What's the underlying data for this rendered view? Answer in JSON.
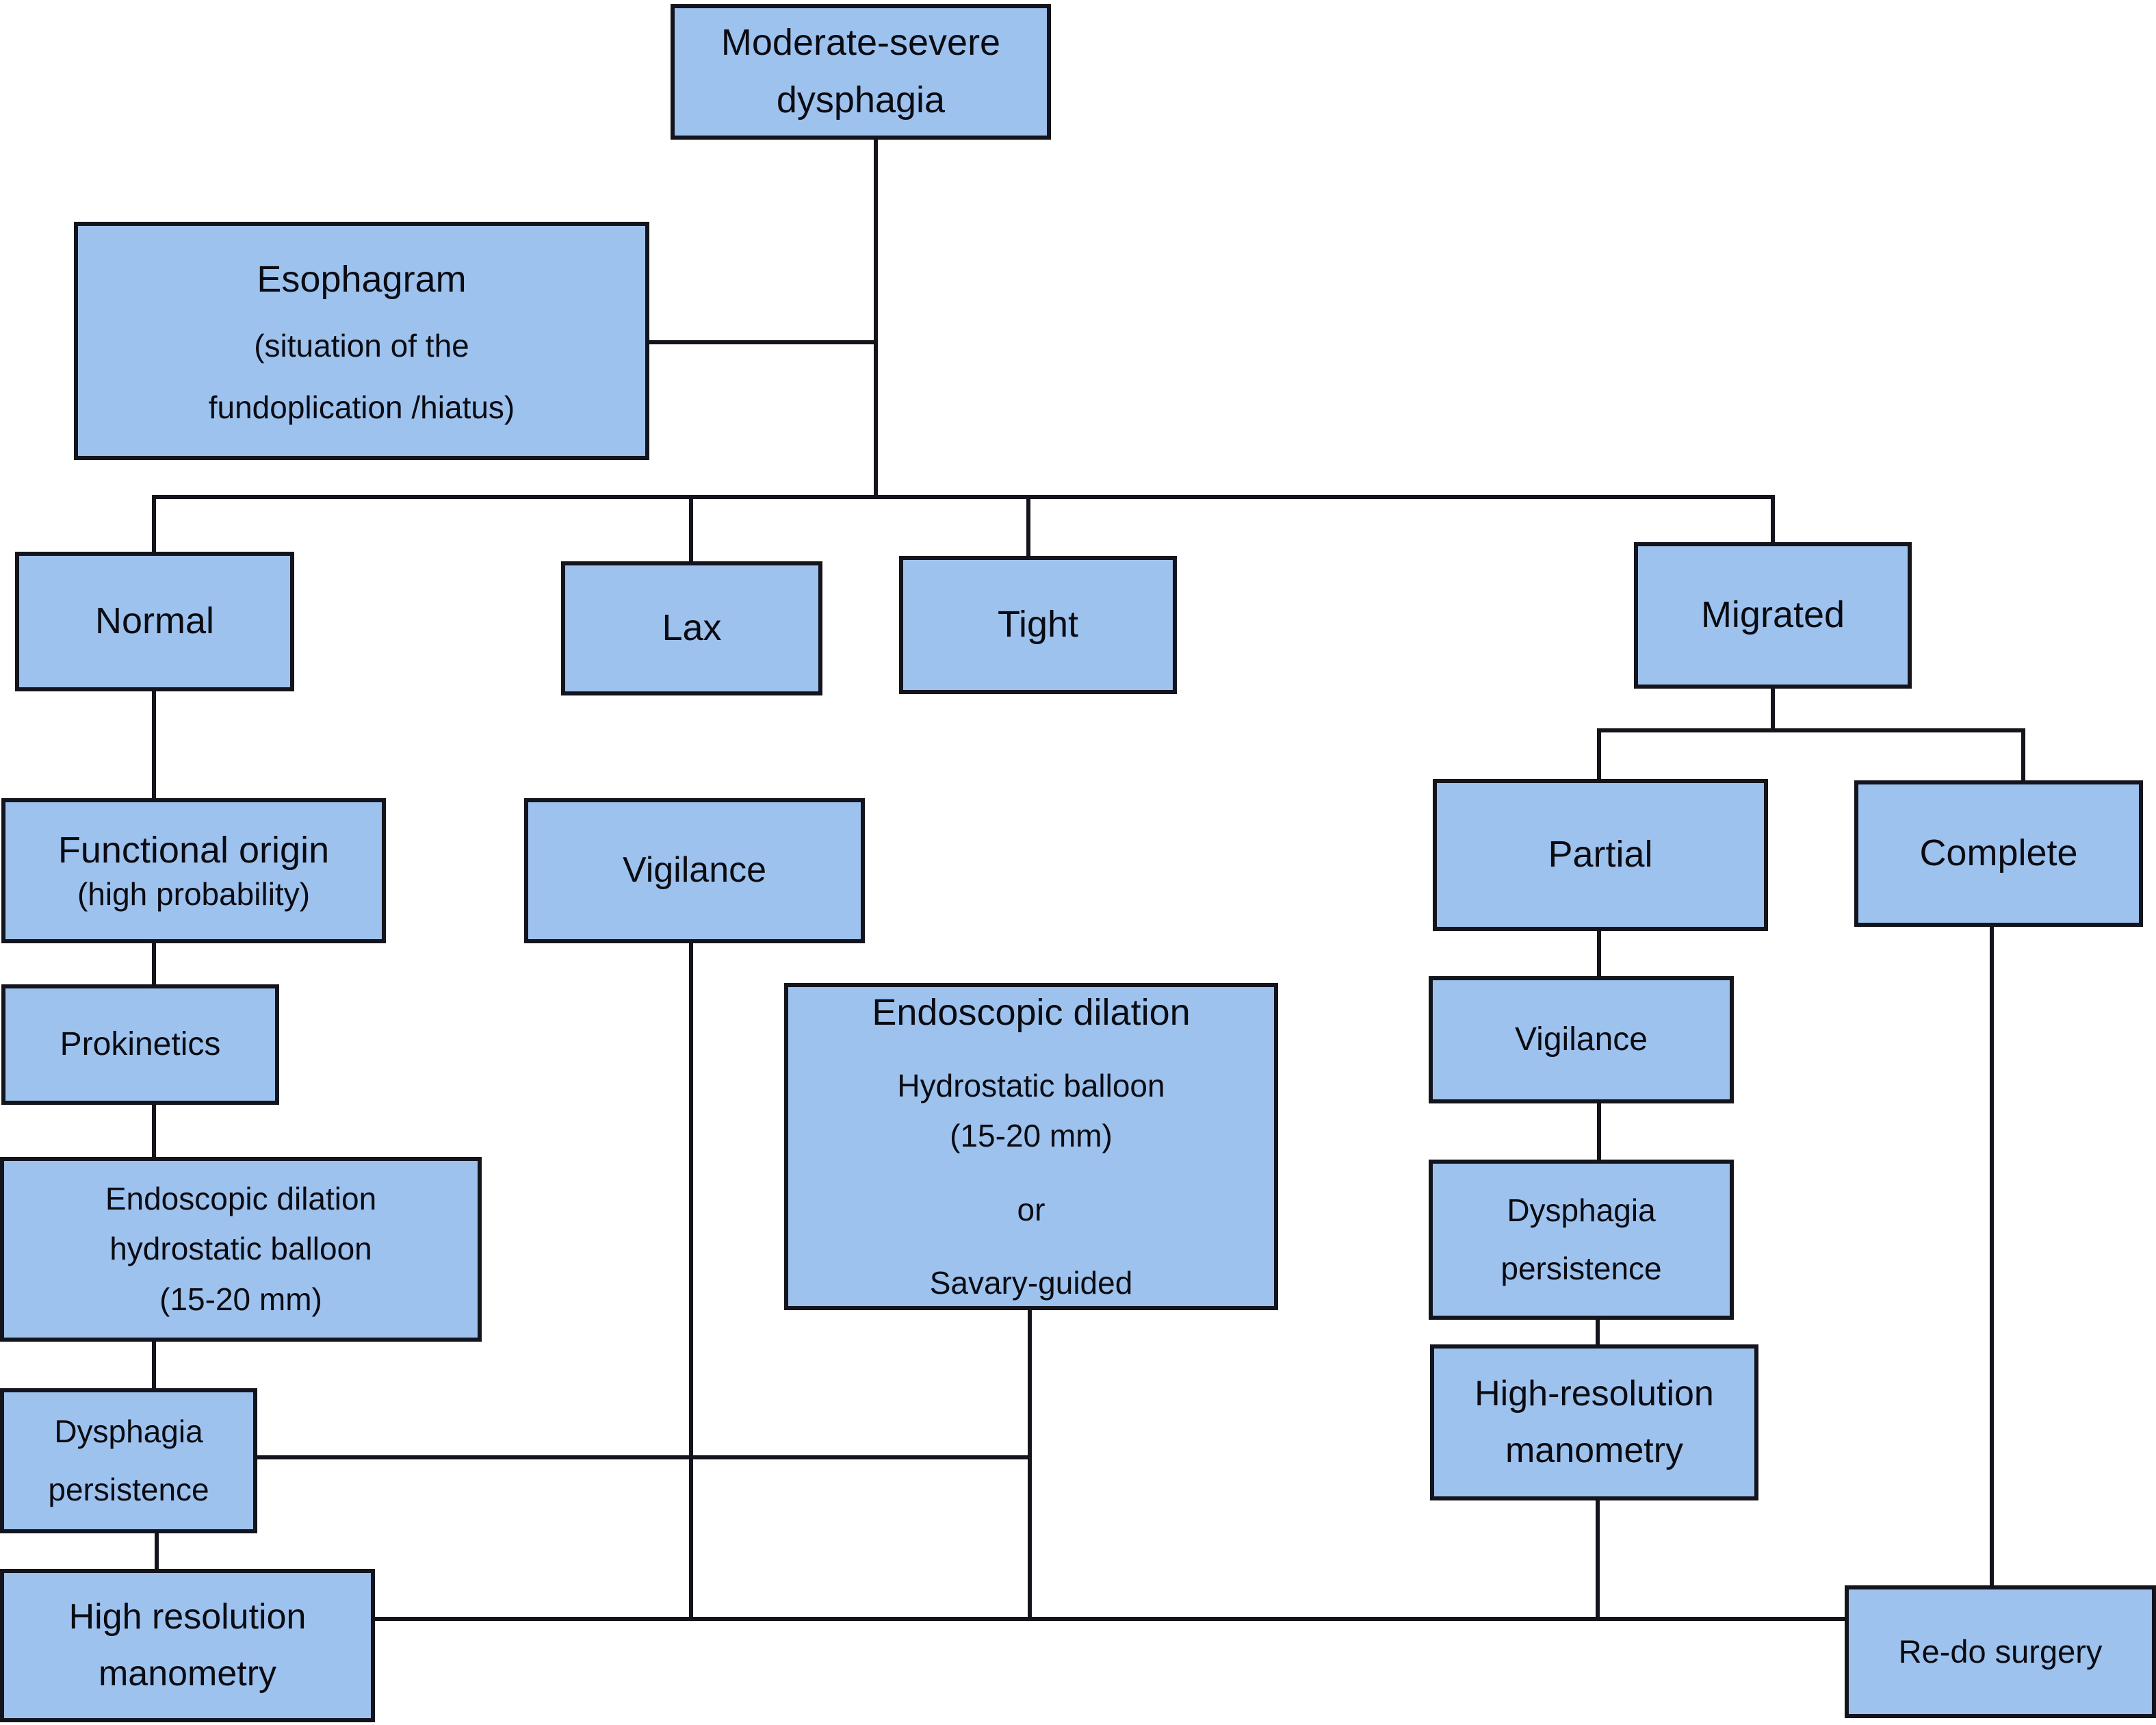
{
  "colors": {
    "background": "#ffffff",
    "box_fill": "#9dc2ee",
    "box_border": "#14141c",
    "connector_line": "#14141c",
    "text": "#0b0b12"
  },
  "nodes": {
    "moderate": [
      "Moderate-severe",
      "dysphagia"
    ],
    "esophagram": [
      "Esophagram",
      "(situation of the",
      "fundoplication /hiatus)"
    ],
    "normal": [
      "Normal"
    ],
    "lax": [
      "Lax"
    ],
    "tight": [
      "Tight"
    ],
    "migrated": [
      "Migrated"
    ],
    "functional_origin": [
      "Functional origin",
      "(high probability)"
    ],
    "prokinetics": [
      "Prokinetics"
    ],
    "endoscopic_dilation_left": [
      "Endoscopic dilation",
      "hydrostatic balloon",
      "(15-20 mm)"
    ],
    "dysphagia_persistence_left": [
      "Dysphagia",
      "persistence"
    ],
    "high_resolution_manometry_left": [
      "High resolution",
      "manometry"
    ],
    "vigilance_lax": [
      "Vigilance"
    ],
    "endoscopic_dilation_tight": [
      "Endoscopic dilation",
      "Hydrostatic balloon",
      "(15-20 mm)",
      "or",
      "Savary-guided"
    ],
    "partial": [
      "Partial"
    ],
    "complete": [
      "Complete"
    ],
    "vigilance_partial": [
      "Vigilance"
    ],
    "dysphagia_persistence_partial": [
      "Dysphagia",
      "persistence"
    ],
    "high_resolution_manometry_partial": [
      "High-resolution",
      "manometry"
    ],
    "redo_surgery": [
      "Re-do surgery"
    ]
  }
}
